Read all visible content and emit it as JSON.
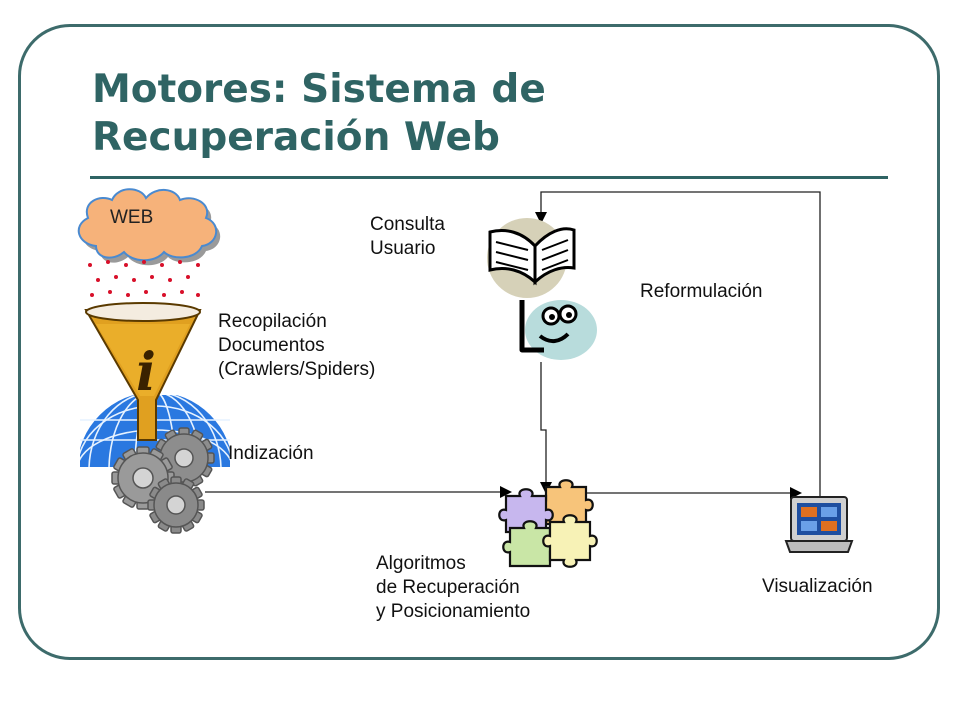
{
  "title": "Motores: Sistema de Recuperación Web",
  "labels": {
    "web": "WEB",
    "consulta": "Consulta\nUsuario",
    "reformulacion": "Reformulación",
    "recopilacion": "Recopilación\nDocumentos\n(Crawlers/Spiders)",
    "indizacion": "Indización",
    "algoritmos": "Algoritmos\nde Recuperación\ny Posicionamiento",
    "visualizacion": "Visualización"
  },
  "icons": [
    "cloud-icon",
    "funnel-info-icon",
    "globe-icon",
    "gears-icon",
    "book-icon",
    "user-face-icon",
    "puzzle-icon",
    "computer-icon"
  ],
  "colors": {
    "title": "#2f6464",
    "frame": "#3d6b6b",
    "cloud": "#f6b27a",
    "funnel": "#e0a020",
    "globe": "#2a78e0",
    "puzzle_yellow": "#f7c47a",
    "puzzle_purple": "#c7b7ee",
    "puzzle_green": "#c9e6a6",
    "puzzle_cream": "#f7f2b6"
  }
}
